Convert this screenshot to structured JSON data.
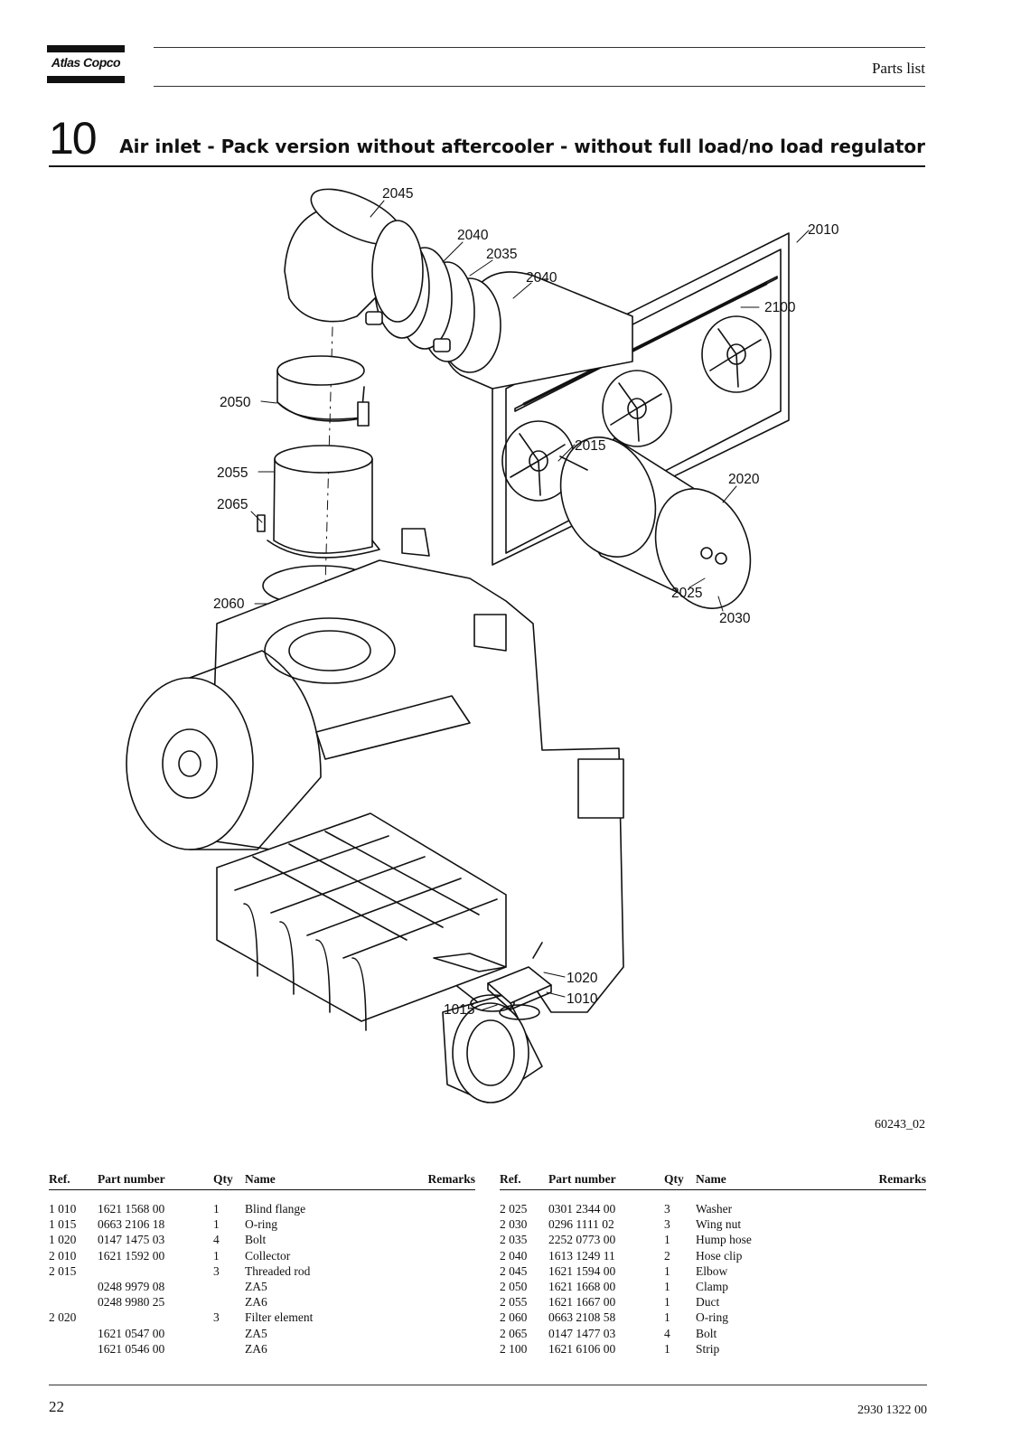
{
  "header": {
    "logo_text": "Atlas Copco",
    "section": "Parts list"
  },
  "chapter": {
    "number": "10",
    "title": "Air inlet - Pack version without aftercooler - without full load/no load regulator"
  },
  "figure": {
    "id": "60243_02",
    "callouts": [
      "2045",
      "2040",
      "2035",
      "2040",
      "2010",
      "2100",
      "2050",
      "2055",
      "2065",
      "2015",
      "2020",
      "2060",
      "2025",
      "2030",
      "1020",
      "1010",
      "1015"
    ]
  },
  "table": {
    "headers": {
      "ref": "Ref.",
      "part": "Part number",
      "qty": "Qty",
      "name": "Name",
      "remarks": "Remarks"
    },
    "left_rows": [
      {
        "ref": "1 010",
        "part": "1621 1568 00",
        "qty": "1",
        "name": "Blind flange",
        "remarks": ""
      },
      {
        "ref": "1 015",
        "part": "0663 2106 18",
        "qty": "1",
        "name": "O-ring",
        "remarks": ""
      },
      {
        "ref": "1 020",
        "part": "0147 1475 03",
        "qty": "4",
        "name": "Bolt",
        "remarks": ""
      },
      {
        "ref": "2 010",
        "part": "1621 1592 00",
        "qty": "1",
        "name": "Collector",
        "remarks": ""
      },
      {
        "ref": "2 015",
        "part": "",
        "qty": "3",
        "name": "Threaded rod",
        "remarks": ""
      },
      {
        "ref": "",
        "part": "0248 9979 08",
        "qty": "",
        "name": "ZA5",
        "remarks": ""
      },
      {
        "ref": "",
        "part": "0248 9980 25",
        "qty": "",
        "name": "ZA6",
        "remarks": ""
      },
      {
        "ref": "2 020",
        "part": "",
        "qty": "3",
        "name": "Filter element",
        "remarks": ""
      },
      {
        "ref": "",
        "part": "1621 0547 00",
        "qty": "",
        "name": "ZA5",
        "remarks": ""
      },
      {
        "ref": "",
        "part": "1621 0546 00",
        "qty": "",
        "name": "ZA6",
        "remarks": ""
      }
    ],
    "right_rows": [
      {
        "ref": "2 025",
        "part": "0301 2344 00",
        "qty": "3",
        "name": "Washer",
        "remarks": ""
      },
      {
        "ref": "2 030",
        "part": "0296 1111 02",
        "qty": "3",
        "name": "Wing nut",
        "remarks": ""
      },
      {
        "ref": "2 035",
        "part": "2252 0773 00",
        "qty": "1",
        "name": "Hump hose",
        "remarks": ""
      },
      {
        "ref": "2 040",
        "part": "1613 1249 11",
        "qty": "2",
        "name": "Hose clip",
        "remarks": ""
      },
      {
        "ref": "2 045",
        "part": "1621 1594 00",
        "qty": "1",
        "name": "Elbow",
        "remarks": ""
      },
      {
        "ref": "2 050",
        "part": "1621 1668 00",
        "qty": "1",
        "name": "Clamp",
        "remarks": ""
      },
      {
        "ref": "2 055",
        "part": "1621 1667 00",
        "qty": "1",
        "name": "Duct",
        "remarks": ""
      },
      {
        "ref": "2 060",
        "part": "0663 2108 58",
        "qty": "1",
        "name": "O-ring",
        "remarks": ""
      },
      {
        "ref": "2 065",
        "part": "0147 1477 03",
        "qty": "4",
        "name": "Bolt",
        "remarks": ""
      },
      {
        "ref": "2 100",
        "part": "1621 6106 00",
        "qty": "1",
        "name": "Strip",
        "remarks": ""
      }
    ]
  },
  "footer": {
    "page": "22",
    "doc_number": "2930 1322 00"
  }
}
